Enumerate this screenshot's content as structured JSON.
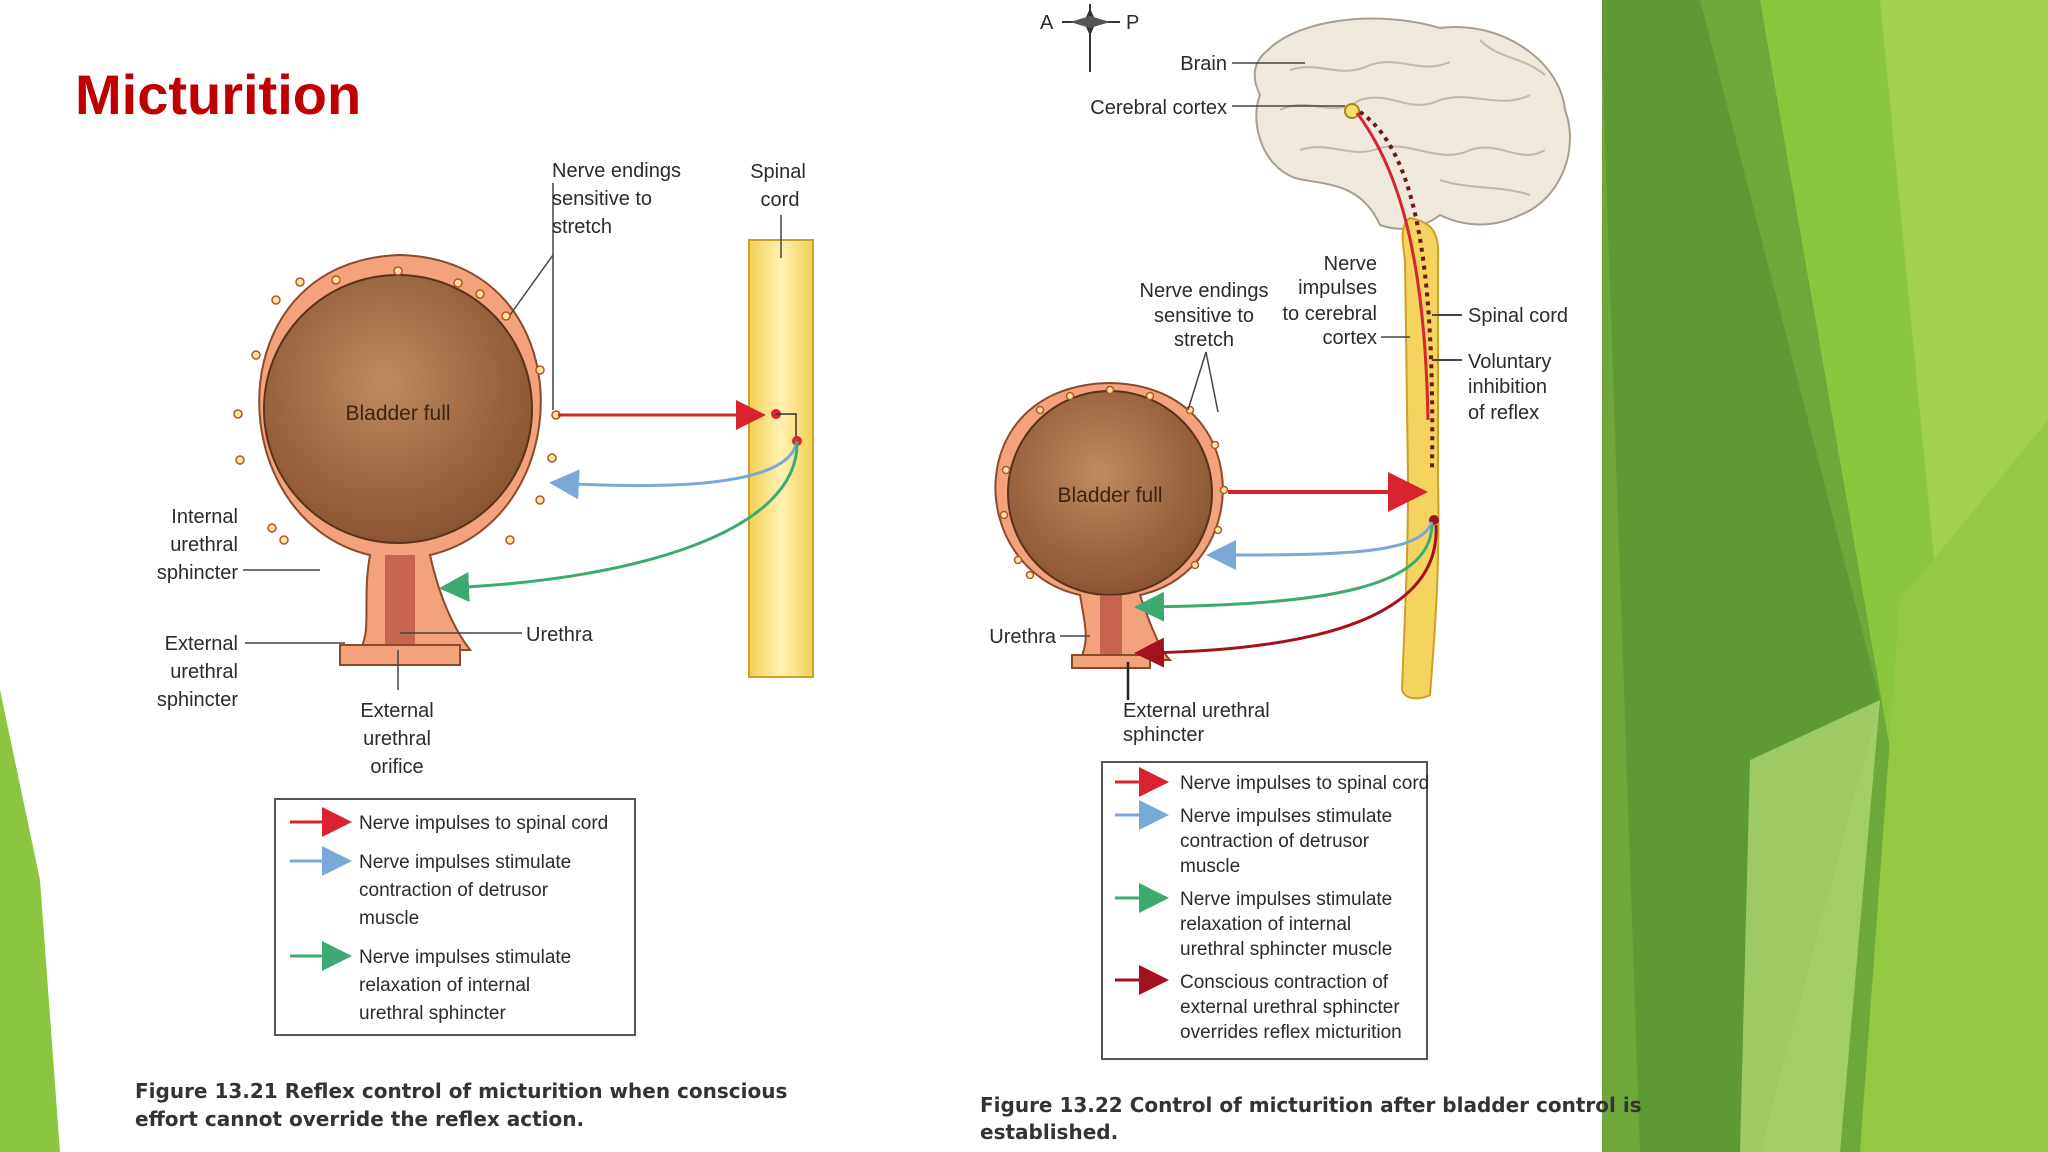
{
  "slide": {
    "title": "Micturition"
  },
  "figure_left": {
    "labels": {
      "nerve_endings": [
        "Nerve endings",
        "sensitive to",
        "stretch"
      ],
      "spinal_cord": [
        "Spinal",
        "cord"
      ],
      "bladder": "Bladder full",
      "internal_sphincter": [
        "Internal",
        "urethral",
        "sphincter"
      ],
      "external_sphincter": [
        "External",
        "urethral",
        "sphincter"
      ],
      "urethra": "Urethra",
      "external_orifice": [
        "External",
        "urethral",
        "orifice"
      ]
    },
    "legend": [
      {
        "color": "#d9232e",
        "lines": [
          "Nerve impulses to spinal cord"
        ]
      },
      {
        "color": "#7aa8d8",
        "lines": [
          "Nerve impulses stimulate",
          "contraction of detrusor",
          "muscle"
        ]
      },
      {
        "color": "#3daa72",
        "lines": [
          "Nerve impulses stimulate",
          "relaxation of internal",
          "urethral sphincter"
        ]
      }
    ],
    "caption": [
      "Figure 13.21  Reflex control of micturition when conscious",
      "effort cannot override the reflex action."
    ]
  },
  "figure_right": {
    "compass": {
      "a": "A",
      "p": "P"
    },
    "labels": {
      "brain": "Brain",
      "cerebral_cortex": "Cerebral cortex",
      "nerve_endings": [
        "Nerve endings",
        "sensitive to",
        "stretch"
      ],
      "nerve_impulses": [
        "Nerve",
        "impulses",
        "to cerebral",
        "cortex"
      ],
      "spinal_cord": "Spinal cord",
      "voluntary_inhibition": [
        "Voluntary",
        "inhibition",
        "of reflex"
      ],
      "bladder": "Bladder full",
      "urethra": "Urethra",
      "external_sphincter": [
        "External urethral",
        "sphincter"
      ]
    },
    "legend": [
      {
        "color": "#d9232e",
        "lines": [
          "Nerve impulses to spinal cord"
        ]
      },
      {
        "color": "#7aa8d8",
        "lines": [
          "Nerve impulses stimulate",
          "contraction of detrusor",
          "muscle"
        ]
      },
      {
        "color": "#3daa72",
        "lines": [
          "Nerve impulses stimulate",
          "relaxation of internal",
          "urethral sphincter muscle"
        ]
      },
      {
        "color": "#a3121c",
        "lines": [
          "Conscious contraction of",
          "external urethral sphincter",
          "overrides reflex micturition"
        ]
      }
    ],
    "caption": [
      "Figure 13.22  Control of micturition after bladder control is",
      "established."
    ]
  },
  "colors": {
    "title": "#c00000",
    "green_theme": "#7ab838",
    "bladder_wall": "#f2a07a",
    "bladder_fill": "#a8714a",
    "spinal_cord": "#f4d35e"
  }
}
